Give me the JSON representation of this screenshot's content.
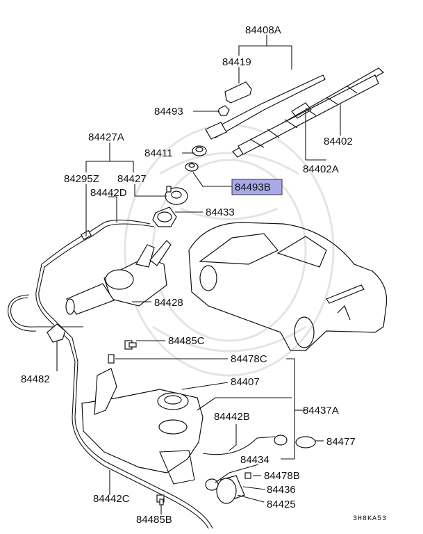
{
  "diagram": {
    "figure_code": "3H8KA53",
    "highlight_color": "#a9a9ea",
    "parts": [
      {
        "key": "84408A",
        "label": "84408A"
      },
      {
        "key": "84419",
        "label": "84419"
      },
      {
        "key": "84493",
        "label": "84493"
      },
      {
        "key": "84402",
        "label": "84402"
      },
      {
        "key": "84411",
        "label": "84411"
      },
      {
        "key": "84402A",
        "label": "84402A"
      },
      {
        "key": "84493B",
        "label": "84493B",
        "highlighted": true
      },
      {
        "key": "84427A",
        "label": "84427A"
      },
      {
        "key": "84295Z",
        "label": "84295Z"
      },
      {
        "key": "84427",
        "label": "84427"
      },
      {
        "key": "84442D",
        "label": "84442D"
      },
      {
        "key": "84433",
        "label": "84433"
      },
      {
        "key": "84428",
        "label": "84428"
      },
      {
        "key": "84485C",
        "label": "84485C"
      },
      {
        "key": "84482",
        "label": "84482"
      },
      {
        "key": "84478C",
        "label": "84478C"
      },
      {
        "key": "84407",
        "label": "84407"
      },
      {
        "key": "84437A",
        "label": "84437A"
      },
      {
        "key": "84442B",
        "label": "84442B"
      },
      {
        "key": "84477",
        "label": "84477"
      },
      {
        "key": "84434",
        "label": "84434"
      },
      {
        "key": "84478B",
        "label": "84478B"
      },
      {
        "key": "84436",
        "label": "84436"
      },
      {
        "key": "84425",
        "label": "84425"
      },
      {
        "key": "84442C",
        "label": "84442C"
      },
      {
        "key": "84485B",
        "label": "84485B"
      }
    ]
  }
}
